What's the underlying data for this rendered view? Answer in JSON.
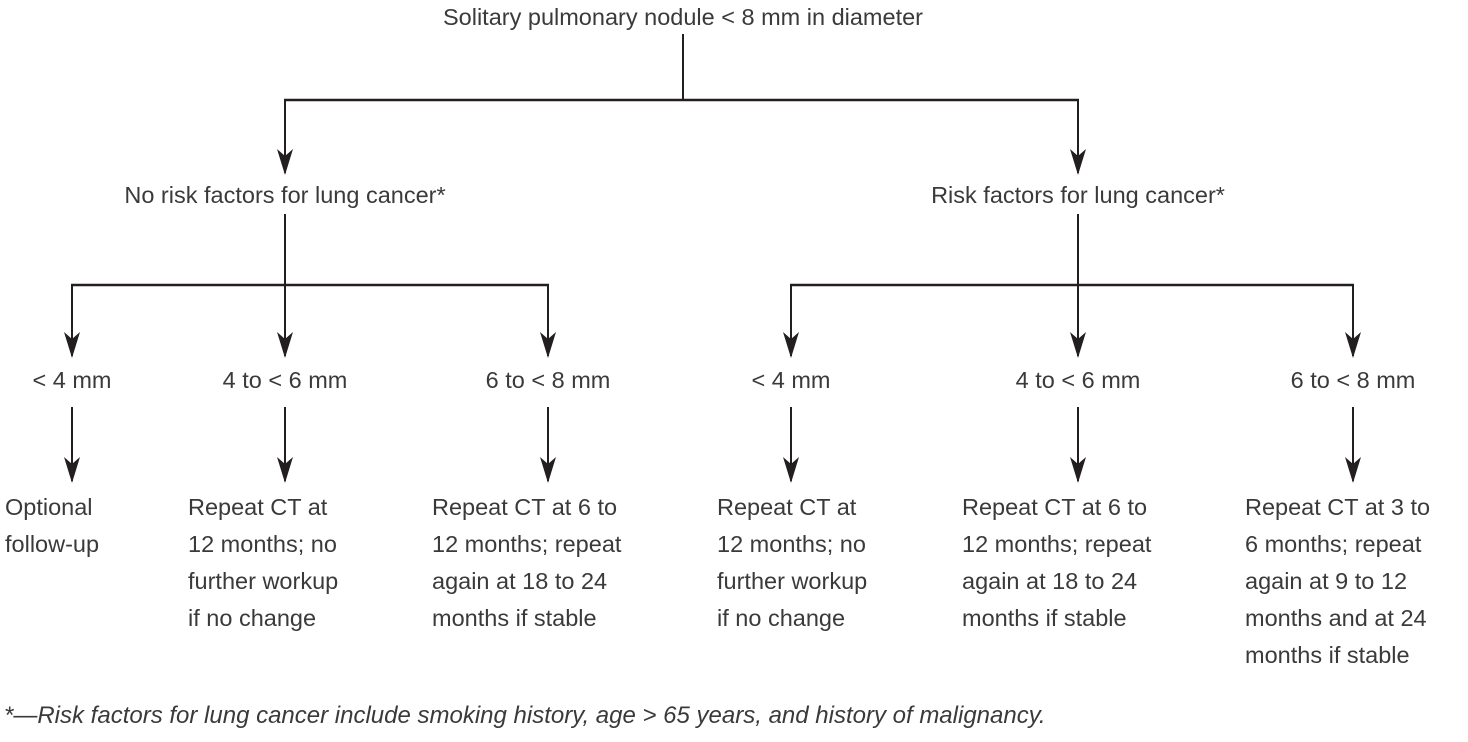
{
  "title": "Solitary pulmonary nodule < 8 mm in diameter",
  "footnote": "*—Risk factors for lung cancer include smoking history, age > 65 years, and history of malignancy.",
  "colors": {
    "text": "#3a3a3a",
    "line": "#231f20",
    "background": "#ffffff"
  },
  "branches": [
    {
      "label": "No risk factors for lung cancer*",
      "children": [
        {
          "size": "< 4 mm",
          "recommendation": "Optional\nfollow-up"
        },
        {
          "size": "4 to < 6 mm",
          "recommendation": "Repeat CT at\n12 months; no\nfurther workup\nif no change"
        },
        {
          "size": "6 to < 8 mm",
          "recommendation": "Repeat CT at 6 to\n12 months; repeat\nagain at 18 to 24\nmonths if stable"
        }
      ]
    },
    {
      "label": "Risk factors for lung cancer*",
      "children": [
        {
          "size": "< 4 mm",
          "recommendation": "Repeat CT at\n12 months; no\nfurther workup\nif no change"
        },
        {
          "size": "4 to < 6 mm",
          "recommendation": "Repeat CT at 6 to\n12 months; repeat\nagain at 18 to 24\nmonths if stable"
        },
        {
          "size": "6 to < 8 mm",
          "recommendation": "Repeat CT at 3 to\n6 months; repeat\nagain at 9 to 12\nmonths and at 24\nmonths if stable"
        }
      ]
    }
  ]
}
